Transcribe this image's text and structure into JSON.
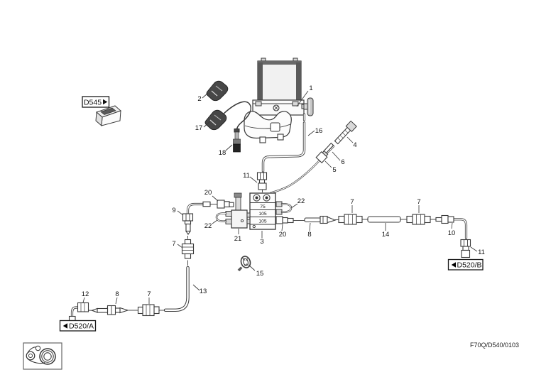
{
  "figure": {
    "footer_code": "F70Q/D540/0103"
  },
  "ref_boxes": {
    "d545": "D545",
    "d520a": "D520/A",
    "d520b": "D520/B"
  },
  "valve_block": {
    "row1": "75",
    "row2": "105",
    "row3": "105"
  },
  "callouts": {
    "c1": "1",
    "c2": "2",
    "c17": "17",
    "c18": "18",
    "c16": "16",
    "c4": "4",
    "c6": "6",
    "c5": "5",
    "c11_top": "11",
    "c20_left": "20",
    "c9": "9",
    "c22_left": "22",
    "c21": "21",
    "c3": "3",
    "c7_left": "7",
    "c13": "13",
    "c12": "12",
    "c8_bottom": "8",
    "c7_bottom": "7",
    "c15": "15",
    "c22_right": "22",
    "c20_right": "20",
    "c8_right": "8",
    "c7_mid": "7",
    "c14": "14",
    "c7_right": "7",
    "c10": "10",
    "c11_right": "11"
  }
}
